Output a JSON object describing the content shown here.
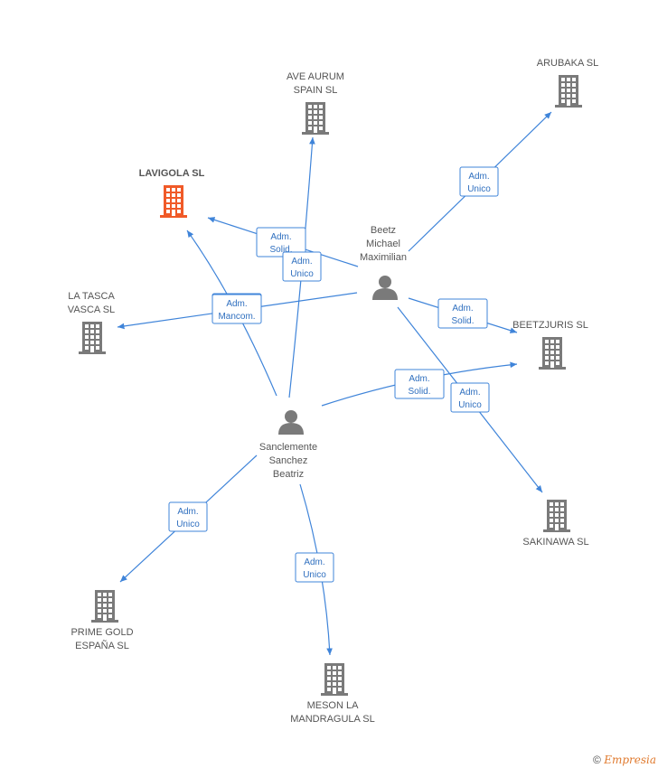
{
  "colors": {
    "edge": "#3f84d9",
    "company": "#7a7a7a",
    "company_highlight": "#f05a28",
    "person": "#7a7a7a"
  },
  "nodes": [
    {
      "id": "ave",
      "type": "company",
      "lines": [
        "AVE AURUM",
        "SPAIN  SL"
      ],
      "icon": "building-icon"
    },
    {
      "id": "arubaka",
      "type": "company",
      "lines": [
        "ARUBAKA  SL"
      ],
      "icon": "building-icon"
    },
    {
      "id": "lavigola",
      "type": "company",
      "highlight": true,
      "lines": [
        "LAVIGOLA SL"
      ],
      "icon": "building-icon"
    },
    {
      "id": "latasca",
      "type": "company",
      "lines": [
        "LA TASCA",
        "VASCA SL"
      ],
      "icon": "building-icon"
    },
    {
      "id": "beetzjuris",
      "type": "company",
      "lines": [
        "BEETZJURIS SL"
      ],
      "icon": "building-icon"
    },
    {
      "id": "sakinawa",
      "type": "company",
      "lines": [
        "SAKINAWA SL"
      ],
      "icon": "building-icon"
    },
    {
      "id": "primegold",
      "type": "company",
      "lines": [
        "PRIME GOLD",
        "ESPAÑA  SL"
      ],
      "icon": "building-icon"
    },
    {
      "id": "meson",
      "type": "company",
      "lines": [
        "MESON LA",
        "MANDRAGULA SL"
      ],
      "icon": "building-icon"
    },
    {
      "id": "beetz",
      "type": "person",
      "lines": [
        "Beetz",
        "Michael",
        "Maximilian"
      ],
      "icon": "person-icon"
    },
    {
      "id": "sanclemente",
      "type": "person",
      "lines": [
        "Sanclemente",
        "Sanchez",
        "Beatriz"
      ],
      "icon": "person-icon"
    }
  ],
  "edges": [
    {
      "from": "beetz",
      "to": "arubaka",
      "label": [
        "Adm.",
        "Unico"
      ]
    },
    {
      "from": "beetz",
      "to": "lavigola",
      "label": [
        "Adm.",
        "Solid."
      ]
    },
    {
      "from": "beetz",
      "to": "latasca",
      "label": [
        "Adm.",
        "Mancom."
      ]
    },
    {
      "from": "beetz",
      "to": "beetzjuris",
      "label": [
        "Adm.",
        "Solid."
      ]
    },
    {
      "from": "beetz",
      "to": "sakinawa",
      "label": [
        "Adm.",
        "Unico"
      ]
    },
    {
      "from": "sanclemente",
      "to": "ave",
      "label": [
        "Adm.",
        "Unico"
      ]
    },
    {
      "from": "sanclemente",
      "to": "lavigola",
      "label": [
        "Adm.",
        "Mancom."
      ]
    },
    {
      "from": "sanclemente",
      "to": "beetzjuris",
      "label": [
        "Adm.",
        "Solid."
      ]
    },
    {
      "from": "sanclemente",
      "to": "primegold",
      "label": [
        "Adm.",
        "Unico"
      ]
    },
    {
      "from": "sanclemente",
      "to": "meson",
      "label": [
        "Adm.",
        "Unico"
      ]
    }
  ],
  "footer": {
    "copyright": "©",
    "brand": "Empresia"
  }
}
